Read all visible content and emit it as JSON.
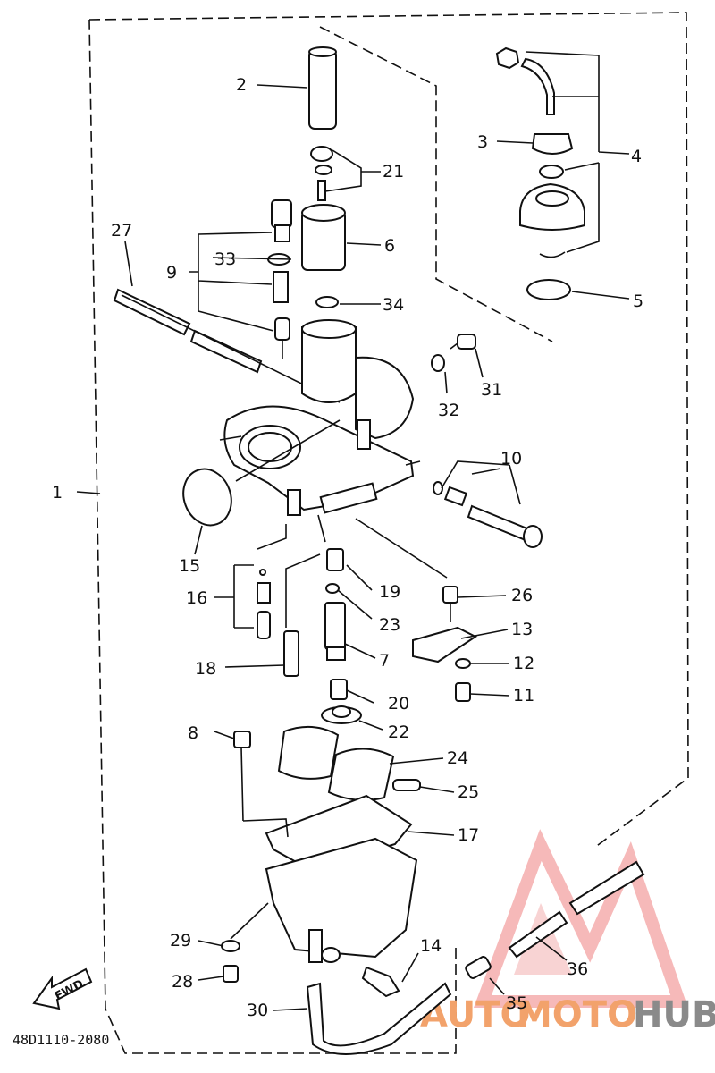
{
  "drawing_code": "48D1110-2080",
  "fwd_label": "FWD",
  "watermark": {
    "part_a": "AUTO",
    "part_b": "MOTO",
    "part_c": "HUB",
    "color_a": "#f2a26b",
    "color_b": "#8a8a8a",
    "triangle_color": "#f08080"
  },
  "labels": {
    "p1": "1",
    "p2": "2",
    "p3": "3",
    "p4": "4",
    "p5": "5",
    "p6": "6",
    "p7": "7",
    "p8": "8",
    "p9": "9",
    "p10": "10",
    "p11": "11",
    "p12": "12",
    "p13": "13",
    "p14": "14",
    "p15": "15",
    "p16": "16",
    "p17": "17",
    "p18": "18",
    "p19": "19",
    "p20": "20",
    "p21": "21",
    "p22": "22",
    "p23": "23",
    "p24": "24",
    "p25": "25",
    "p26": "26",
    "p27": "27",
    "p28": "28",
    "p29": "29",
    "p30": "30",
    "p31": "31",
    "p32": "32",
    "p33": "33",
    "p34": "34",
    "p35": "35",
    "p36": "36"
  }
}
